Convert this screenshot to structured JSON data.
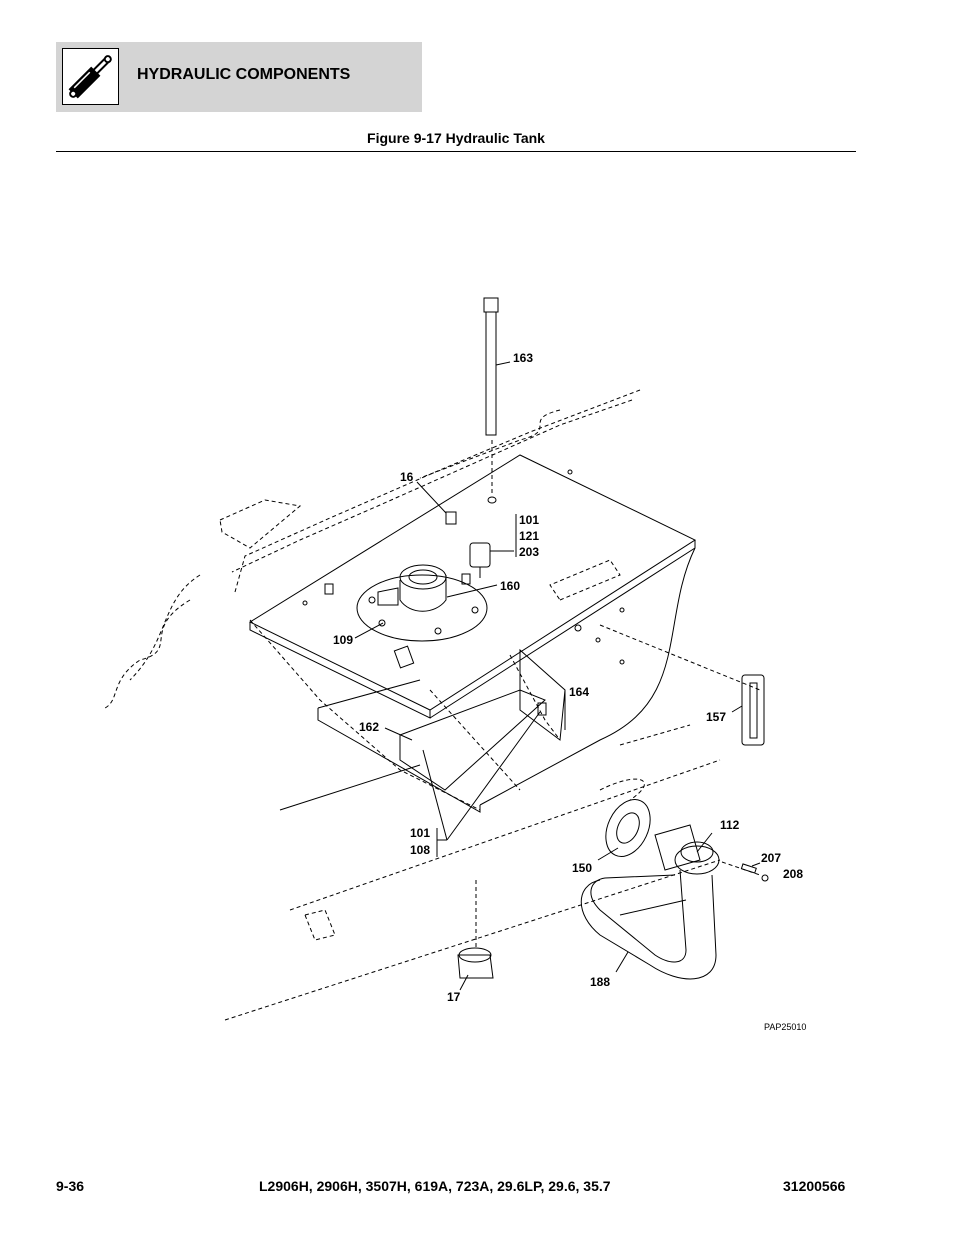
{
  "header": {
    "section_title": "HYDRAULIC COMPONENTS",
    "icon": "hydraulic-cylinder-icon"
  },
  "figure": {
    "title": "Figure 9-17 Hydraulic Tank",
    "drawing_id": "PAP25010"
  },
  "callouts": {
    "c163": "163",
    "c16": "16",
    "c101a": "101",
    "c121": "121",
    "c203": "203",
    "c160": "160",
    "c109": "109",
    "c164": "164",
    "c162": "162",
    "c157": "157",
    "c101b": "101",
    "c108": "108",
    "c112": "112",
    "c150": "150",
    "c207": "207",
    "c208": "208",
    "c188": "188",
    "c17": "17"
  },
  "footer": {
    "page_number": "9-36",
    "models": "L2906H, 2906H, 3507H, 619A, 723A, 29.6LP, 29.6, 35.7",
    "doc_number": "31200566"
  }
}
